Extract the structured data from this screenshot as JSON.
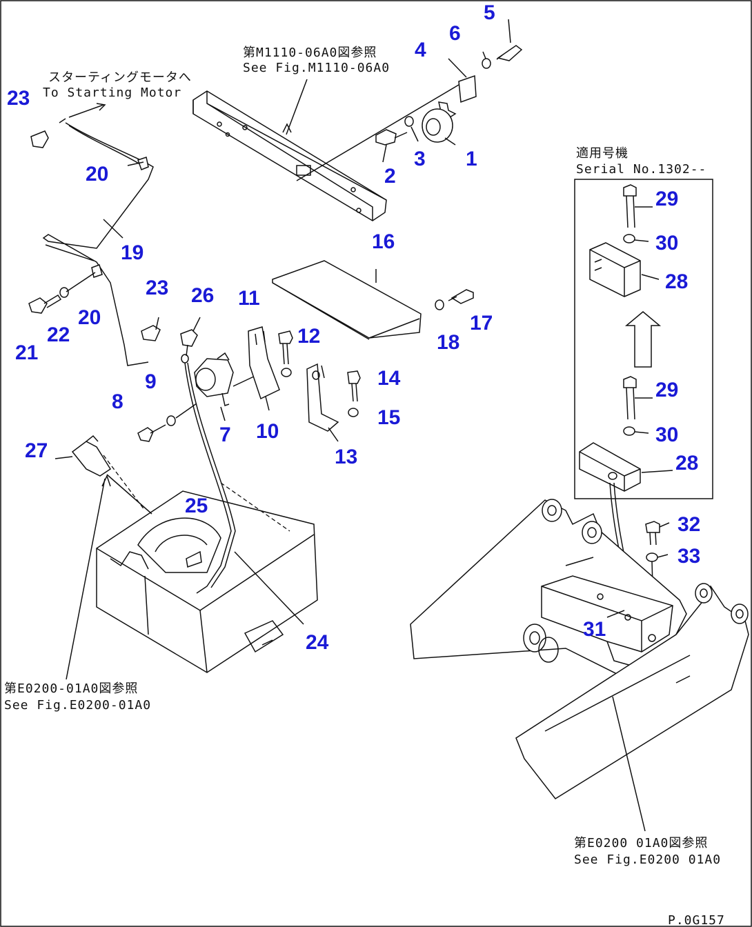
{
  "figure": {
    "page_code": "P.0G157",
    "notes": {
      "starting_motor_ja": "スターティングモータへ",
      "starting_motor_en": "To Starting Motor",
      "ref_m1110_ja": "第M1110-06A0図参照",
      "ref_m1110_en": "See Fig.M1110-06A0",
      "ref_e0200_left_ja": "第E0200-01A0図参照",
      "ref_e0200_left_en": "See Fig.E0200-01A0",
      "ref_e0200_right_ja": "第E0200 01A0図参照",
      "ref_e0200_right_en": "See Fig.E0200 01A0",
      "serial_ja": "適用号機",
      "serial_en": "Serial No.1302--"
    },
    "callouts": {
      "p1": "1",
      "p2": "2",
      "p3": "3",
      "p4": "4",
      "p5": "5",
      "p6": "6",
      "p7": "7",
      "p8": "8",
      "p9": "9",
      "p10": "10",
      "p11": "11",
      "p12": "12",
      "p13": "13",
      "p14": "14",
      "p15": "15",
      "p16": "16",
      "p17": "17",
      "p18": "18",
      "p19": "19",
      "p20a": "20",
      "p20b": "20",
      "p21": "21",
      "p22": "22",
      "p23a": "23",
      "p23b": "23",
      "p24": "24",
      "p25": "25",
      "p26": "26",
      "p27": "27",
      "p28a": "28",
      "p28b": "28",
      "p29a": "29",
      "p29b": "29",
      "p30a": "30",
      "p30b": "30",
      "p31": "31",
      "p32": "32",
      "p33": "33"
    }
  }
}
